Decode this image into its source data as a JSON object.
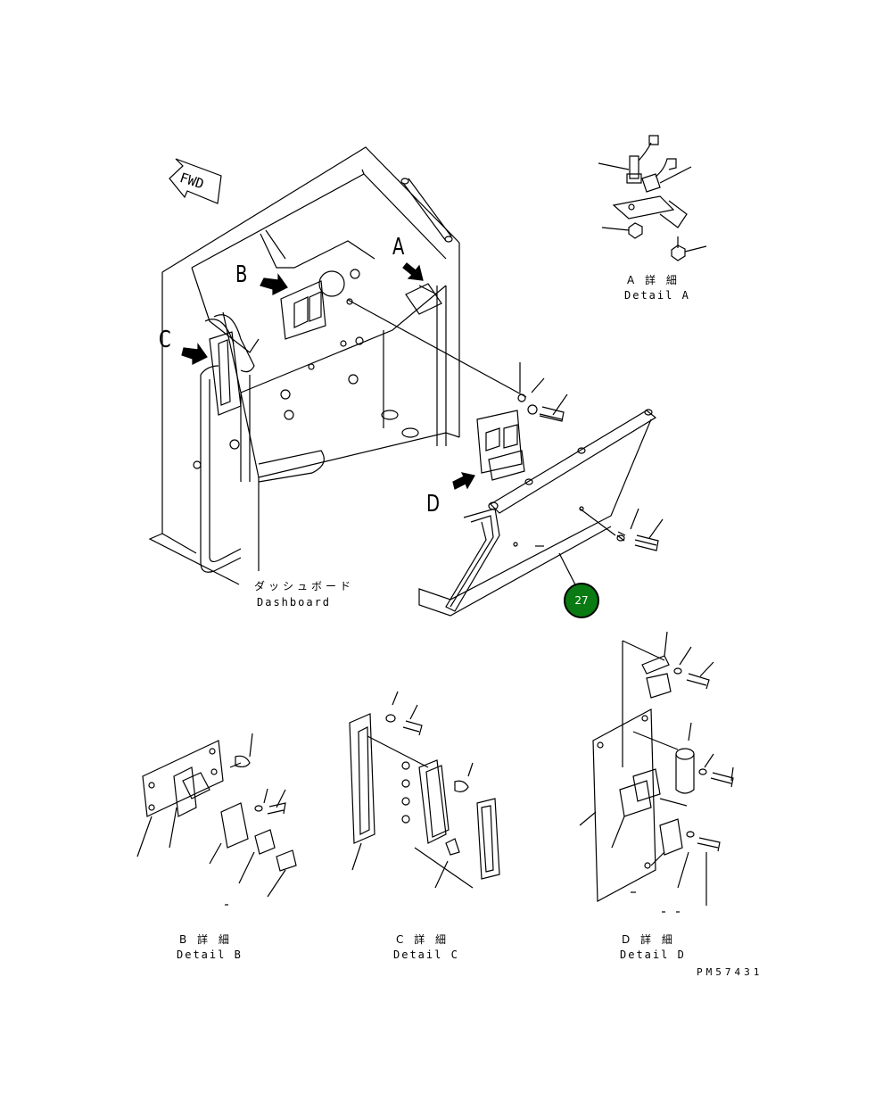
{
  "drawing": {
    "fwd_label": "FWD",
    "view_letters": {
      "a": "A",
      "b": "B",
      "c": "C",
      "d": "D"
    },
    "dashboard_jp": "ダッシュボード",
    "dashboard_en": "Dashboard",
    "details": [
      {
        "jp": "A 詳 細",
        "en": "Detail A"
      },
      {
        "jp": "B 詳 細",
        "en": "Detail B"
      },
      {
        "jp": "C 詳 細",
        "en": "Detail C"
      },
      {
        "jp": "D 詳 細",
        "en": "Detail D"
      }
    ],
    "part_callout": "27",
    "drawing_number": "PM57431"
  },
  "colors": {
    "line": "#000000",
    "callout_fill": "#0a7a12",
    "callout_text": "#ffffff",
    "background": "#ffffff"
  },
  "icons": {
    "fwd": "fwd-arrow-icon",
    "view_arrow": "view-arrow-icon"
  }
}
